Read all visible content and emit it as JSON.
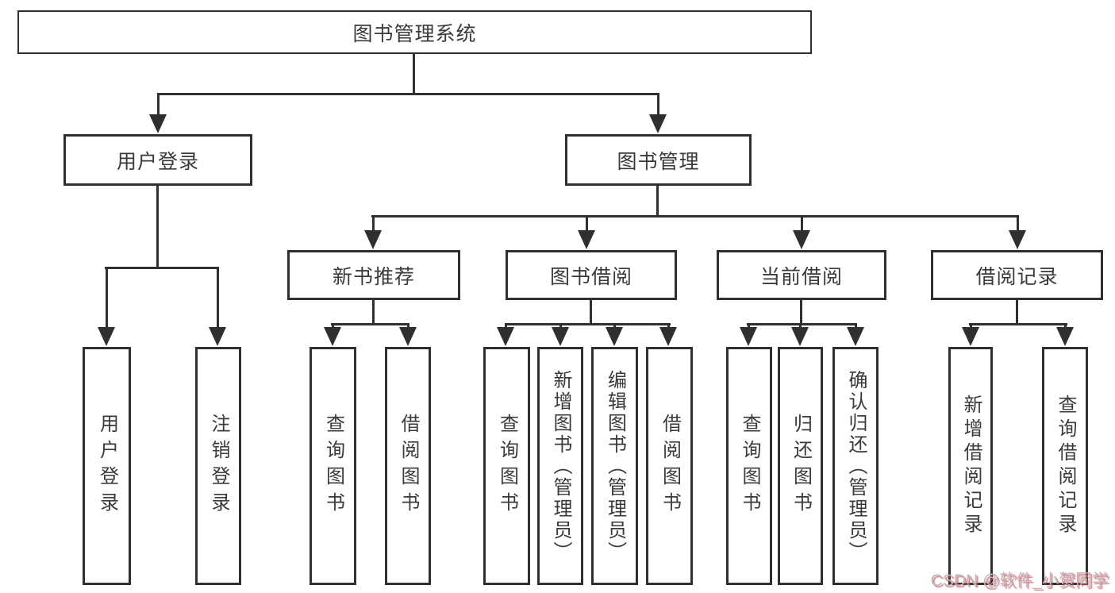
{
  "nodes": {
    "root": "图书管理系统",
    "userLogin": "用户登录",
    "bookMgmt": "图书管理",
    "login": "用户登录",
    "logout": "注销登录",
    "newBookRec": "新书推荐",
    "bookBorrow": "图书借阅",
    "currentBorrow": "当前借阅",
    "borrowRecord": "借阅记录",
    "nbQuery": "查询图书",
    "nbBorrow": "借阅图书",
    "bbQuery": "查询图书",
    "bbAdd": "新增图书（管理员）",
    "bbEdit": "编辑图书（管理员）",
    "bbBorrow": "借阅图书",
    "cbQuery": "查询图书",
    "cbReturn": "归还图书",
    "cbConfirm": "确认归还（管理员）",
    "brAdd": "新增借阅记录",
    "brQuery": "查询借阅记录"
  },
  "watermark": "CSDN @软件_小贺同学",
  "colors": {
    "line": "#2f2f2f",
    "box_border": "#2f2f2f",
    "text": "#3a3a3a",
    "watermark_text": "#b9b9b9",
    "watermark_shadow": "#d84e5e"
  }
}
